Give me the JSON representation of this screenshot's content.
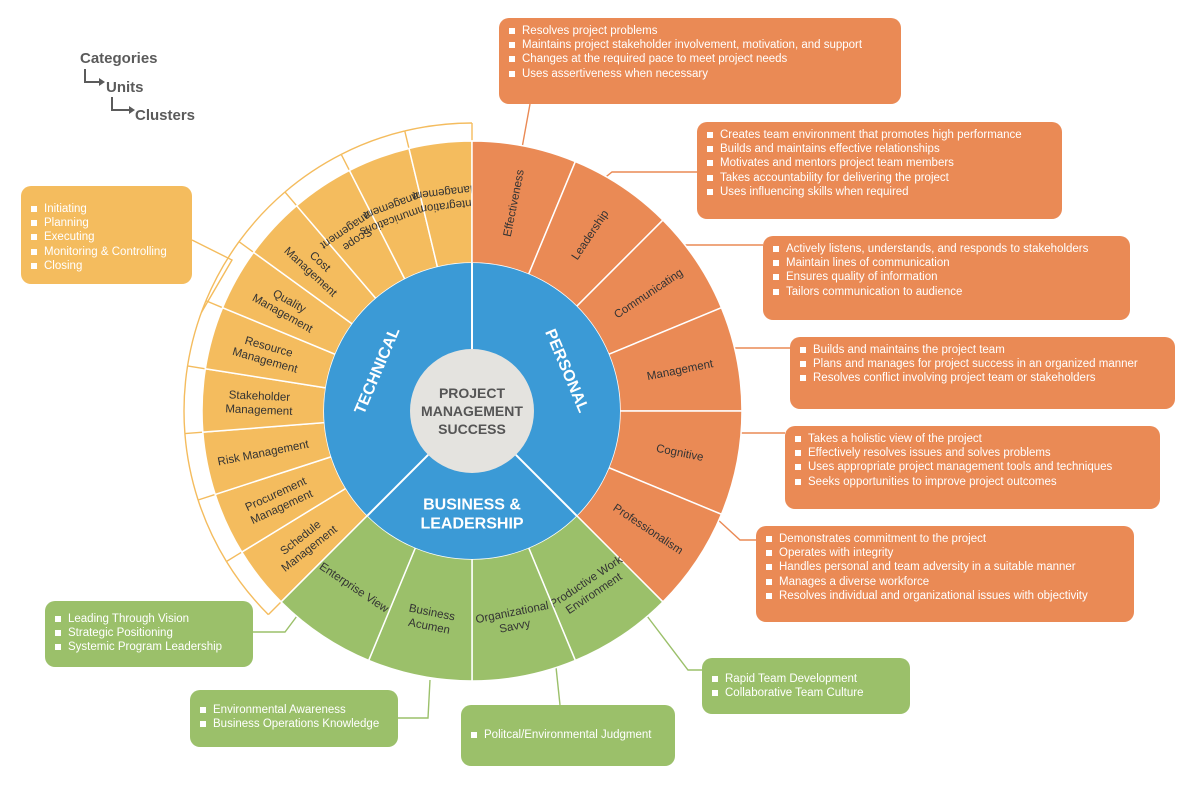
{
  "legend": {
    "categories": "Categories",
    "units": "Units",
    "clusters": "Clusters"
  },
  "center": {
    "lines": [
      "PROJECT",
      "MANAGEMENT",
      "SUCCESS"
    ]
  },
  "categories": {
    "technical": "TECHNICAL",
    "personal": "PERSONAL",
    "business_lines": [
      "BUSINESS &",
      "LEADERSHIP"
    ]
  },
  "units": {
    "technical": [
      {
        "key": "schedule",
        "lines": [
          "Schedule",
          "Management"
        ]
      },
      {
        "key": "procurement",
        "lines": [
          "Procurement",
          "Management"
        ]
      },
      {
        "key": "risk",
        "lines": [
          "Risk Management"
        ]
      },
      {
        "key": "stakeholder",
        "lines": [
          "Stakeholder",
          "Management"
        ]
      },
      {
        "key": "resource",
        "lines": [
          "Resource",
          "Management"
        ]
      },
      {
        "key": "quality",
        "lines": [
          "Quality",
          "Management"
        ]
      },
      {
        "key": "cost",
        "lines": [
          "Cost",
          "Management"
        ]
      },
      {
        "key": "scope",
        "lines": [
          "Scope",
          "Management"
        ]
      },
      {
        "key": "communications",
        "lines": [
          "Communications",
          "Management"
        ]
      },
      {
        "key": "integration",
        "lines": [
          "Integration",
          "Management"
        ]
      }
    ],
    "personal": [
      {
        "key": "effectiveness",
        "lines": [
          "Effectiveness"
        ]
      },
      {
        "key": "leadership",
        "lines": [
          "Leadership"
        ]
      },
      {
        "key": "communicating",
        "lines": [
          "Communicating"
        ]
      },
      {
        "key": "management",
        "lines": [
          "Management"
        ]
      },
      {
        "key": "cognitive",
        "lines": [
          "Cognitive"
        ]
      },
      {
        "key": "professionalism",
        "lines": [
          "Professionalism"
        ]
      }
    ],
    "business": [
      {
        "key": "productive",
        "lines": [
          "Productive Work",
          "Environment"
        ]
      },
      {
        "key": "savvy",
        "lines": [
          "Organizational",
          "Savvy"
        ]
      },
      {
        "key": "acumen",
        "lines": [
          "Business",
          "Acumen"
        ]
      },
      {
        "key": "enterprise",
        "lines": [
          "Enterprise View"
        ]
      }
    ]
  },
  "clusters": {
    "effectiveness": [
      "Resolves project problems",
      "Maintains project stakeholder involvement, motivation, and support",
      "Changes at the required pace to meet project needs",
      "Uses assertiveness when necessary"
    ],
    "leadership": [
      "Creates team environment that promotes high performance",
      "Builds and maintains effective relationships",
      "Motivates and mentors project team members",
      "Takes accountability for delivering the project",
      "Uses influencing skills when required"
    ],
    "communicating": [
      "Actively listens, understands, and responds to stakeholders",
      "Maintain lines of communication",
      "Ensures quality of information",
      "Tailors communication to audience"
    ],
    "management": [
      "Builds and maintains the project team",
      "Plans and manages for project success in an organized manner",
      "Resolves conflict involving project team or stakeholders"
    ],
    "cognitive": [
      "Takes a holistic view of the project",
      "Effectively resolves issues and solves problems",
      "Uses appropriate project management tools and techniques",
      "Seeks opportunities to improve project outcomes"
    ],
    "professionalism": [
      "Demonstrates commitment to the project",
      "Operates with integrity",
      "Handles personal and team adversity in a suitable manner",
      "Manages a diverse workforce",
      "Resolves individual and organizational issues with objectivity"
    ],
    "productive": [
      "Rapid Team Development",
      "Collaborative Team Culture"
    ],
    "savvy": [
      "Politcal/Environmental Judgment"
    ],
    "acumen": [
      "Environmental Awareness",
      "Business Operations Knowledge"
    ],
    "enterprise": [
      "Leading Through Vision",
      "Strategic Positioning",
      "Systemic Program Leadership"
    ],
    "technical": [
      "Initiating",
      "Planning",
      "Executing",
      "Monitoring & Controlling",
      "Closing"
    ]
  },
  "colors": {
    "personal": "#ea8a55",
    "technical": "#f4bc5e",
    "business": "#9bc06a",
    "category_ring": "#3b9ad6",
    "center": "#e4e3df",
    "center_text": "#555555"
  }
}
